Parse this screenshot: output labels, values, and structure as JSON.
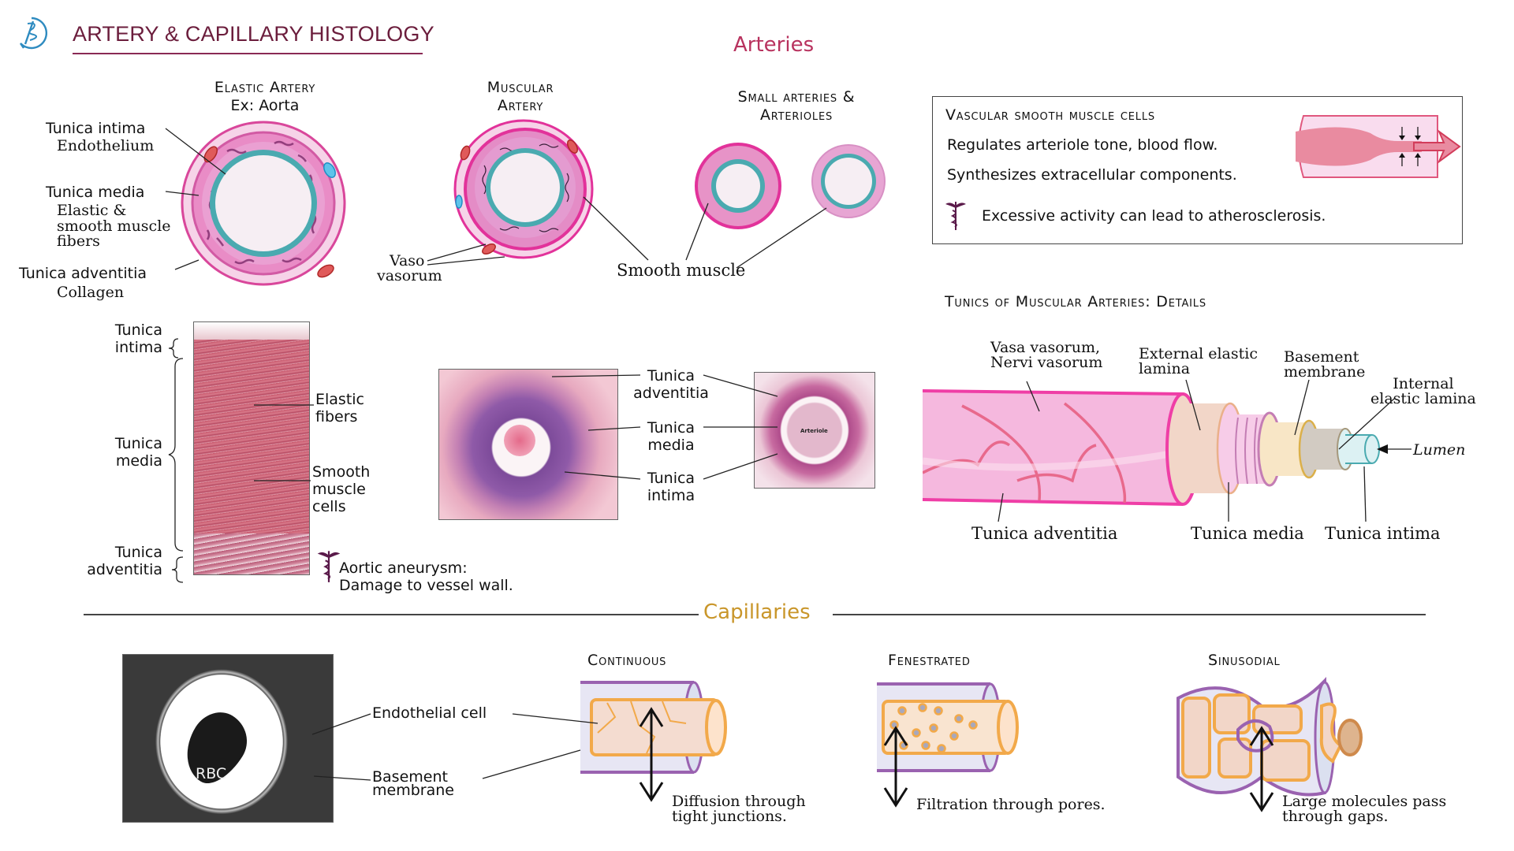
{
  "header": {
    "title": "ARTERY & CAPILLARY HISTOLOGY",
    "logo_icon": "rod-of-asclepius-icon"
  },
  "colors": {
    "title": "#6b1d3c",
    "arteries_heading": "#b8325e",
    "capillaries_heading": "#c9962a",
    "endothelium_teal": "#4aaab0",
    "vessel_pink": "#e98cc6",
    "capillary_orange": "#f2a94a",
    "capillary_purple": "#9a62b0",
    "logo_blue": "#2e8bc0"
  },
  "arteries": {
    "section_title": "Arteries",
    "elastic_artery": {
      "heading_line1": "Elastic Artery",
      "heading_line2": "Ex: Aorta",
      "labels": {
        "intima": "Tunica intima",
        "intima_sub": "Endothelium",
        "media": "Tunica media",
        "media_sub1": "Elastic &",
        "media_sub2": "smooth muscle",
        "media_sub3": "fibers",
        "adventitia": "Tunica adventitia",
        "adventitia_sub": "Collagen"
      }
    },
    "muscular_artery": {
      "heading_line1": "Muscular",
      "heading_line2": "Artery",
      "vaso_label_line1": "Vaso",
      "vaso_label_line2": "vasorum"
    },
    "small_arteries": {
      "heading_line1": "Small arteries &",
      "heading_line2": "Arterioles",
      "smooth_muscle_label": "Smooth muscle"
    },
    "vsmc_box": {
      "heading": "Vascular smooth muscle cells",
      "line1": "Regulates arteriole tone, blood flow.",
      "line2": "Synthesizes extracellular components.",
      "clinical": "Excessive activity can lead to atherosclerosis.",
      "clinical_icon": "caduceus-icon"
    },
    "aorta_histology": {
      "labels": {
        "intima_1": "Tunica",
        "intima_2": "intima",
        "media_1": "Tunica",
        "media_2": "media",
        "adventitia_1": "Tunica",
        "adventitia_2": "adventitia",
        "elastic_1": "Elastic",
        "elastic_2": "fibers",
        "smc_1": "Smooth",
        "smc_2": "muscle",
        "smc_3": "cells"
      },
      "clinical_line1": "Aortic aneurysm:",
      "clinical_line2": "Damage to vessel wall.",
      "clinical_icon": "caduceus-icon"
    },
    "muscular_histology": {
      "adventitia_1": "Tunica",
      "adventitia_2": "adventitia",
      "media_1": "Tunica",
      "media_2": "media",
      "intima_1": "Tunica",
      "intima_2": "intima",
      "arteriole_photo_label": "Arteriole"
    },
    "tunics_detail": {
      "heading": "Tunics of Muscular Arteries: Details",
      "vasa_1": "Vasa vasorum,",
      "vasa_2": "Nervi vasorum",
      "eel_1": "External elastic",
      "eel_2": "lamina",
      "bm_1": "Basement",
      "bm_2": "membrane",
      "iel_1": "Internal",
      "iel_2": "elastic lamina",
      "lumen": "Lumen",
      "adventitia": "Tunica adventitia",
      "media": "Tunica media",
      "intima": "Tunica intima"
    }
  },
  "capillaries": {
    "section_title": "Capillaries",
    "em_photo": {
      "rbc_label": "RBC",
      "endothelial_label": "Endothelial cell",
      "bm_label_1": "Basement",
      "bm_label_2": "membrane"
    },
    "types": [
      {
        "heading": "Continuous",
        "caption_1": "Diffusion through",
        "caption_2": "tight junctions."
      },
      {
        "heading": "Fenestrated",
        "caption_1": "Filtration through pores.",
        "caption_2": ""
      },
      {
        "heading": "Sinusodial",
        "caption_1": "Large molecules pass",
        "caption_2": "through gaps."
      }
    ]
  }
}
